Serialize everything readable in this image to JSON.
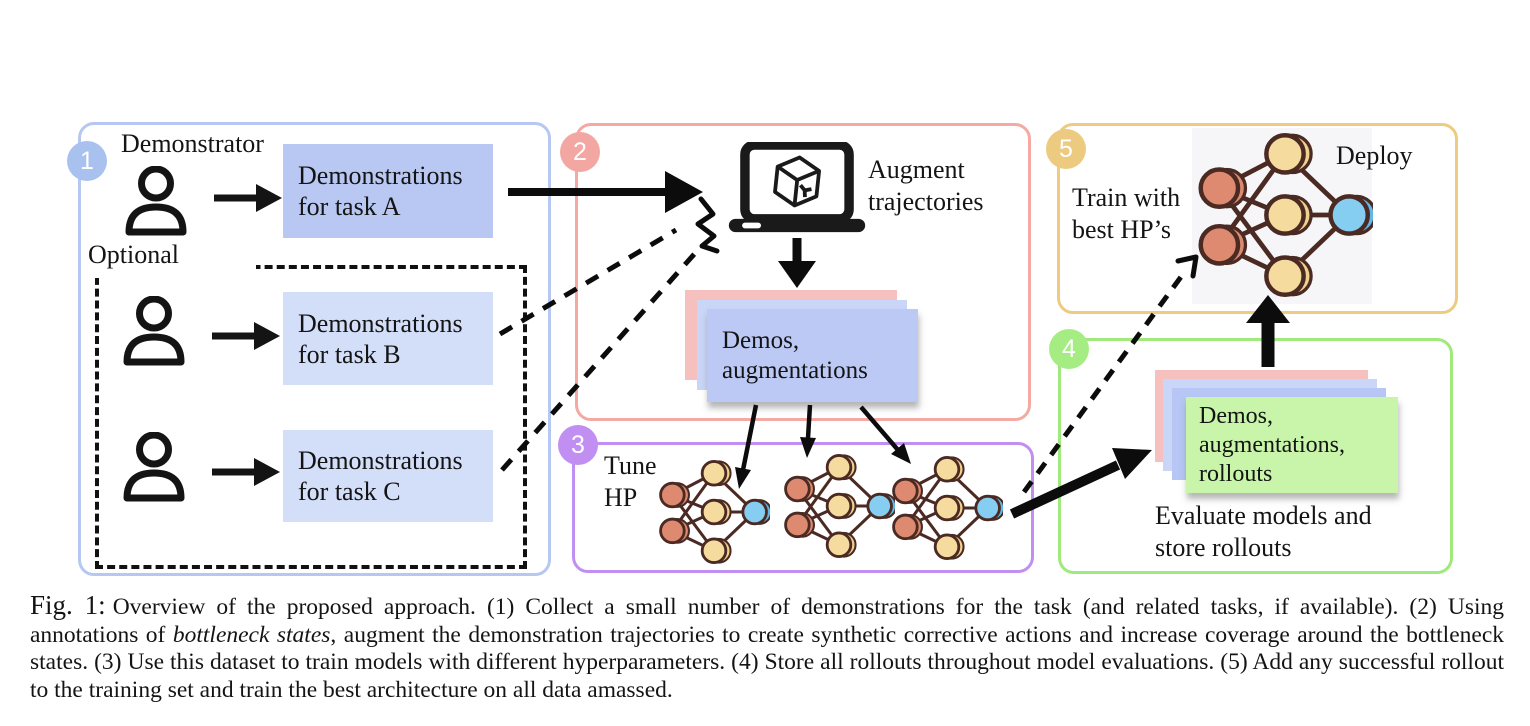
{
  "figure": {
    "panel1": {
      "badge": "1",
      "title": "Demonstrator",
      "optional_label": "Optional",
      "task_a": "Demonstrations for task A",
      "task_b": "Demonstrations for task B",
      "task_c": "Demonstrations for task C"
    },
    "panel2": {
      "badge": "2",
      "label": "Augment trajectories",
      "card": "Demos, augmentations"
    },
    "panel3": {
      "badge": "3",
      "label": "Tune HP"
    },
    "panel4": {
      "badge": "4",
      "card": "Demos, augmentations, rollouts",
      "label": "Evaluate models and store rollouts"
    },
    "panel5": {
      "badge": "5",
      "label": "Train with best HP’s",
      "deploy_label": "Deploy"
    },
    "colors": {
      "panel1_border": "#b6c7f1",
      "panel2_border": "#f5a9a3",
      "panel3_border": "#c18ff1",
      "panel4_border": "#9fe97d",
      "panel5_border": "#edcb81",
      "badge1": "#a9c1ee",
      "badge2": "#f3a7a2",
      "badge3": "#c18ff1",
      "badge4": "#a5ed83",
      "badge5": "#ecca7f",
      "task_a_fill": "#b9c8f3",
      "task_bc_fill": "#d3def8",
      "card_pink": "#f5c0bd",
      "card_lightblue": "#c9d6f8",
      "card_blue": "#bcc9f5",
      "card_green": "#c8f5a9",
      "node_red": "#dd8a70",
      "node_yellow": "#f5dc9e",
      "node_blue": "#85cdf1",
      "node_outline": "#4a2a22"
    }
  },
  "caption": {
    "fig_label": "Fig. 1:",
    "part1": "Overview of the proposed approach. (1) Collect a small number of demonstrations for the task (and related tasks, if available). (2) Using annotations of ",
    "italic": "bottleneck states",
    "part2": ", augment the demonstration trajectories to create synthetic corrective actions and increase coverage around the bottleneck states. (3) Use this dataset to train models with different hyperparameters. (4) Store all rollouts throughout model evaluations. (5) Add any successful rollout to the training set and train the best architecture on all data amassed."
  }
}
